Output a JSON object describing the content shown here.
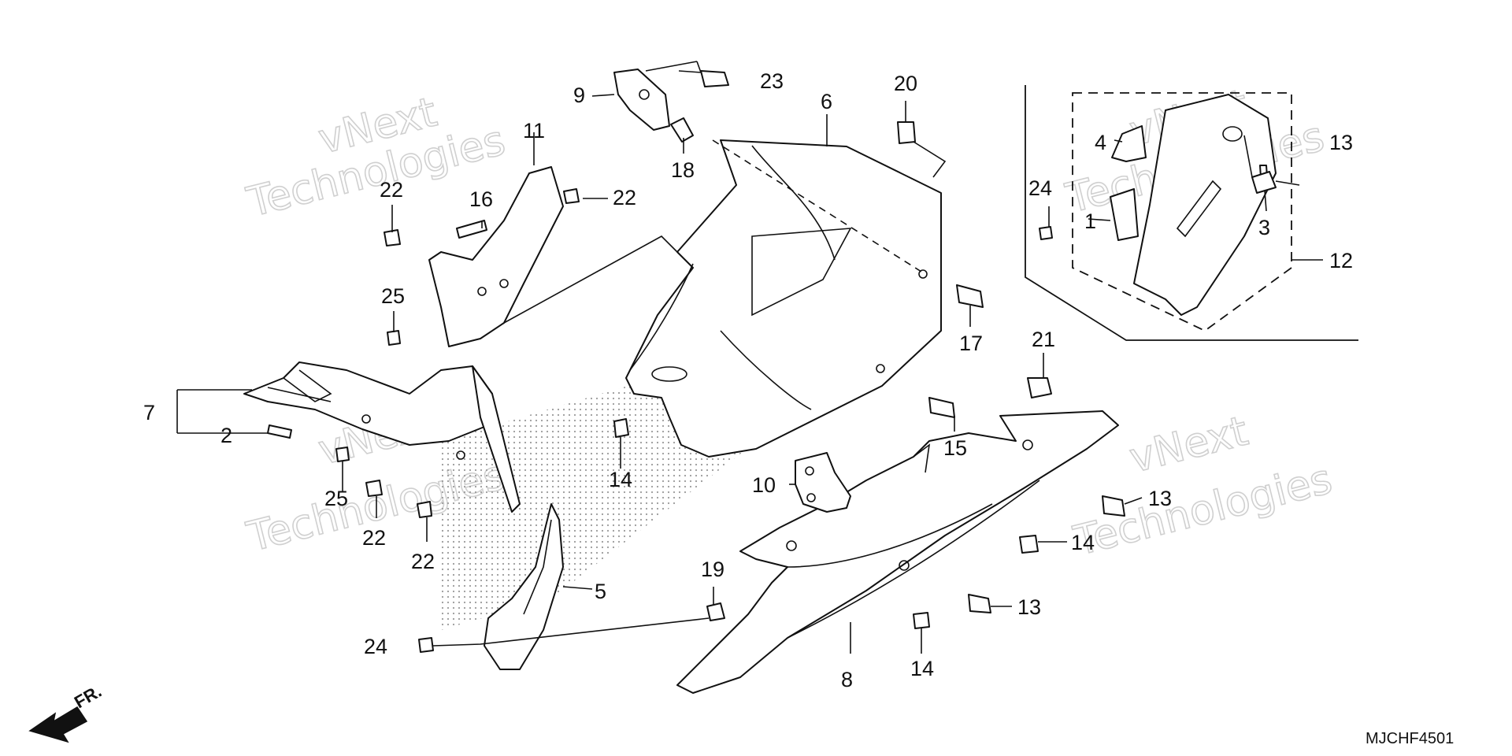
{
  "diagram": {
    "drawing_code": "MJCHF4501",
    "direction_label": "FR.",
    "watermark": {
      "line1": "vNext",
      "line2": "Technologies"
    },
    "callouts": [
      {
        "id": "c1",
        "text": "1"
      },
      {
        "id": "c2",
        "text": "2"
      },
      {
        "id": "c3",
        "text": "3"
      },
      {
        "id": "c4",
        "text": "4"
      },
      {
        "id": "c5",
        "text": "5"
      },
      {
        "id": "c6",
        "text": "6"
      },
      {
        "id": "c7",
        "text": "7"
      },
      {
        "id": "c8",
        "text": "8"
      },
      {
        "id": "c9",
        "text": "9"
      },
      {
        "id": "c10",
        "text": "10"
      },
      {
        "id": "c11",
        "text": "11"
      },
      {
        "id": "c12",
        "text": "12"
      },
      {
        "id": "c13a",
        "text": "13"
      },
      {
        "id": "c13b",
        "text": "13"
      },
      {
        "id": "c13c",
        "text": "13"
      },
      {
        "id": "c14a",
        "text": "14"
      },
      {
        "id": "c14b",
        "text": "14"
      },
      {
        "id": "c14c",
        "text": "14"
      },
      {
        "id": "c15",
        "text": "15"
      },
      {
        "id": "c16",
        "text": "16"
      },
      {
        "id": "c17",
        "text": "17"
      },
      {
        "id": "c18",
        "text": "18"
      },
      {
        "id": "c19",
        "text": "19"
      },
      {
        "id": "c20",
        "text": "20"
      },
      {
        "id": "c21",
        "text": "21"
      },
      {
        "id": "c22a",
        "text": "22"
      },
      {
        "id": "c22b",
        "text": "22"
      },
      {
        "id": "c22c",
        "text": "22"
      },
      {
        "id": "c22d",
        "text": "22"
      },
      {
        "id": "c23",
        "text": "23"
      },
      {
        "id": "c24a",
        "text": "24"
      },
      {
        "id": "c24b",
        "text": "24"
      },
      {
        "id": "c25a",
        "text": "25"
      },
      {
        "id": "c25b",
        "text": "25"
      }
    ]
  }
}
